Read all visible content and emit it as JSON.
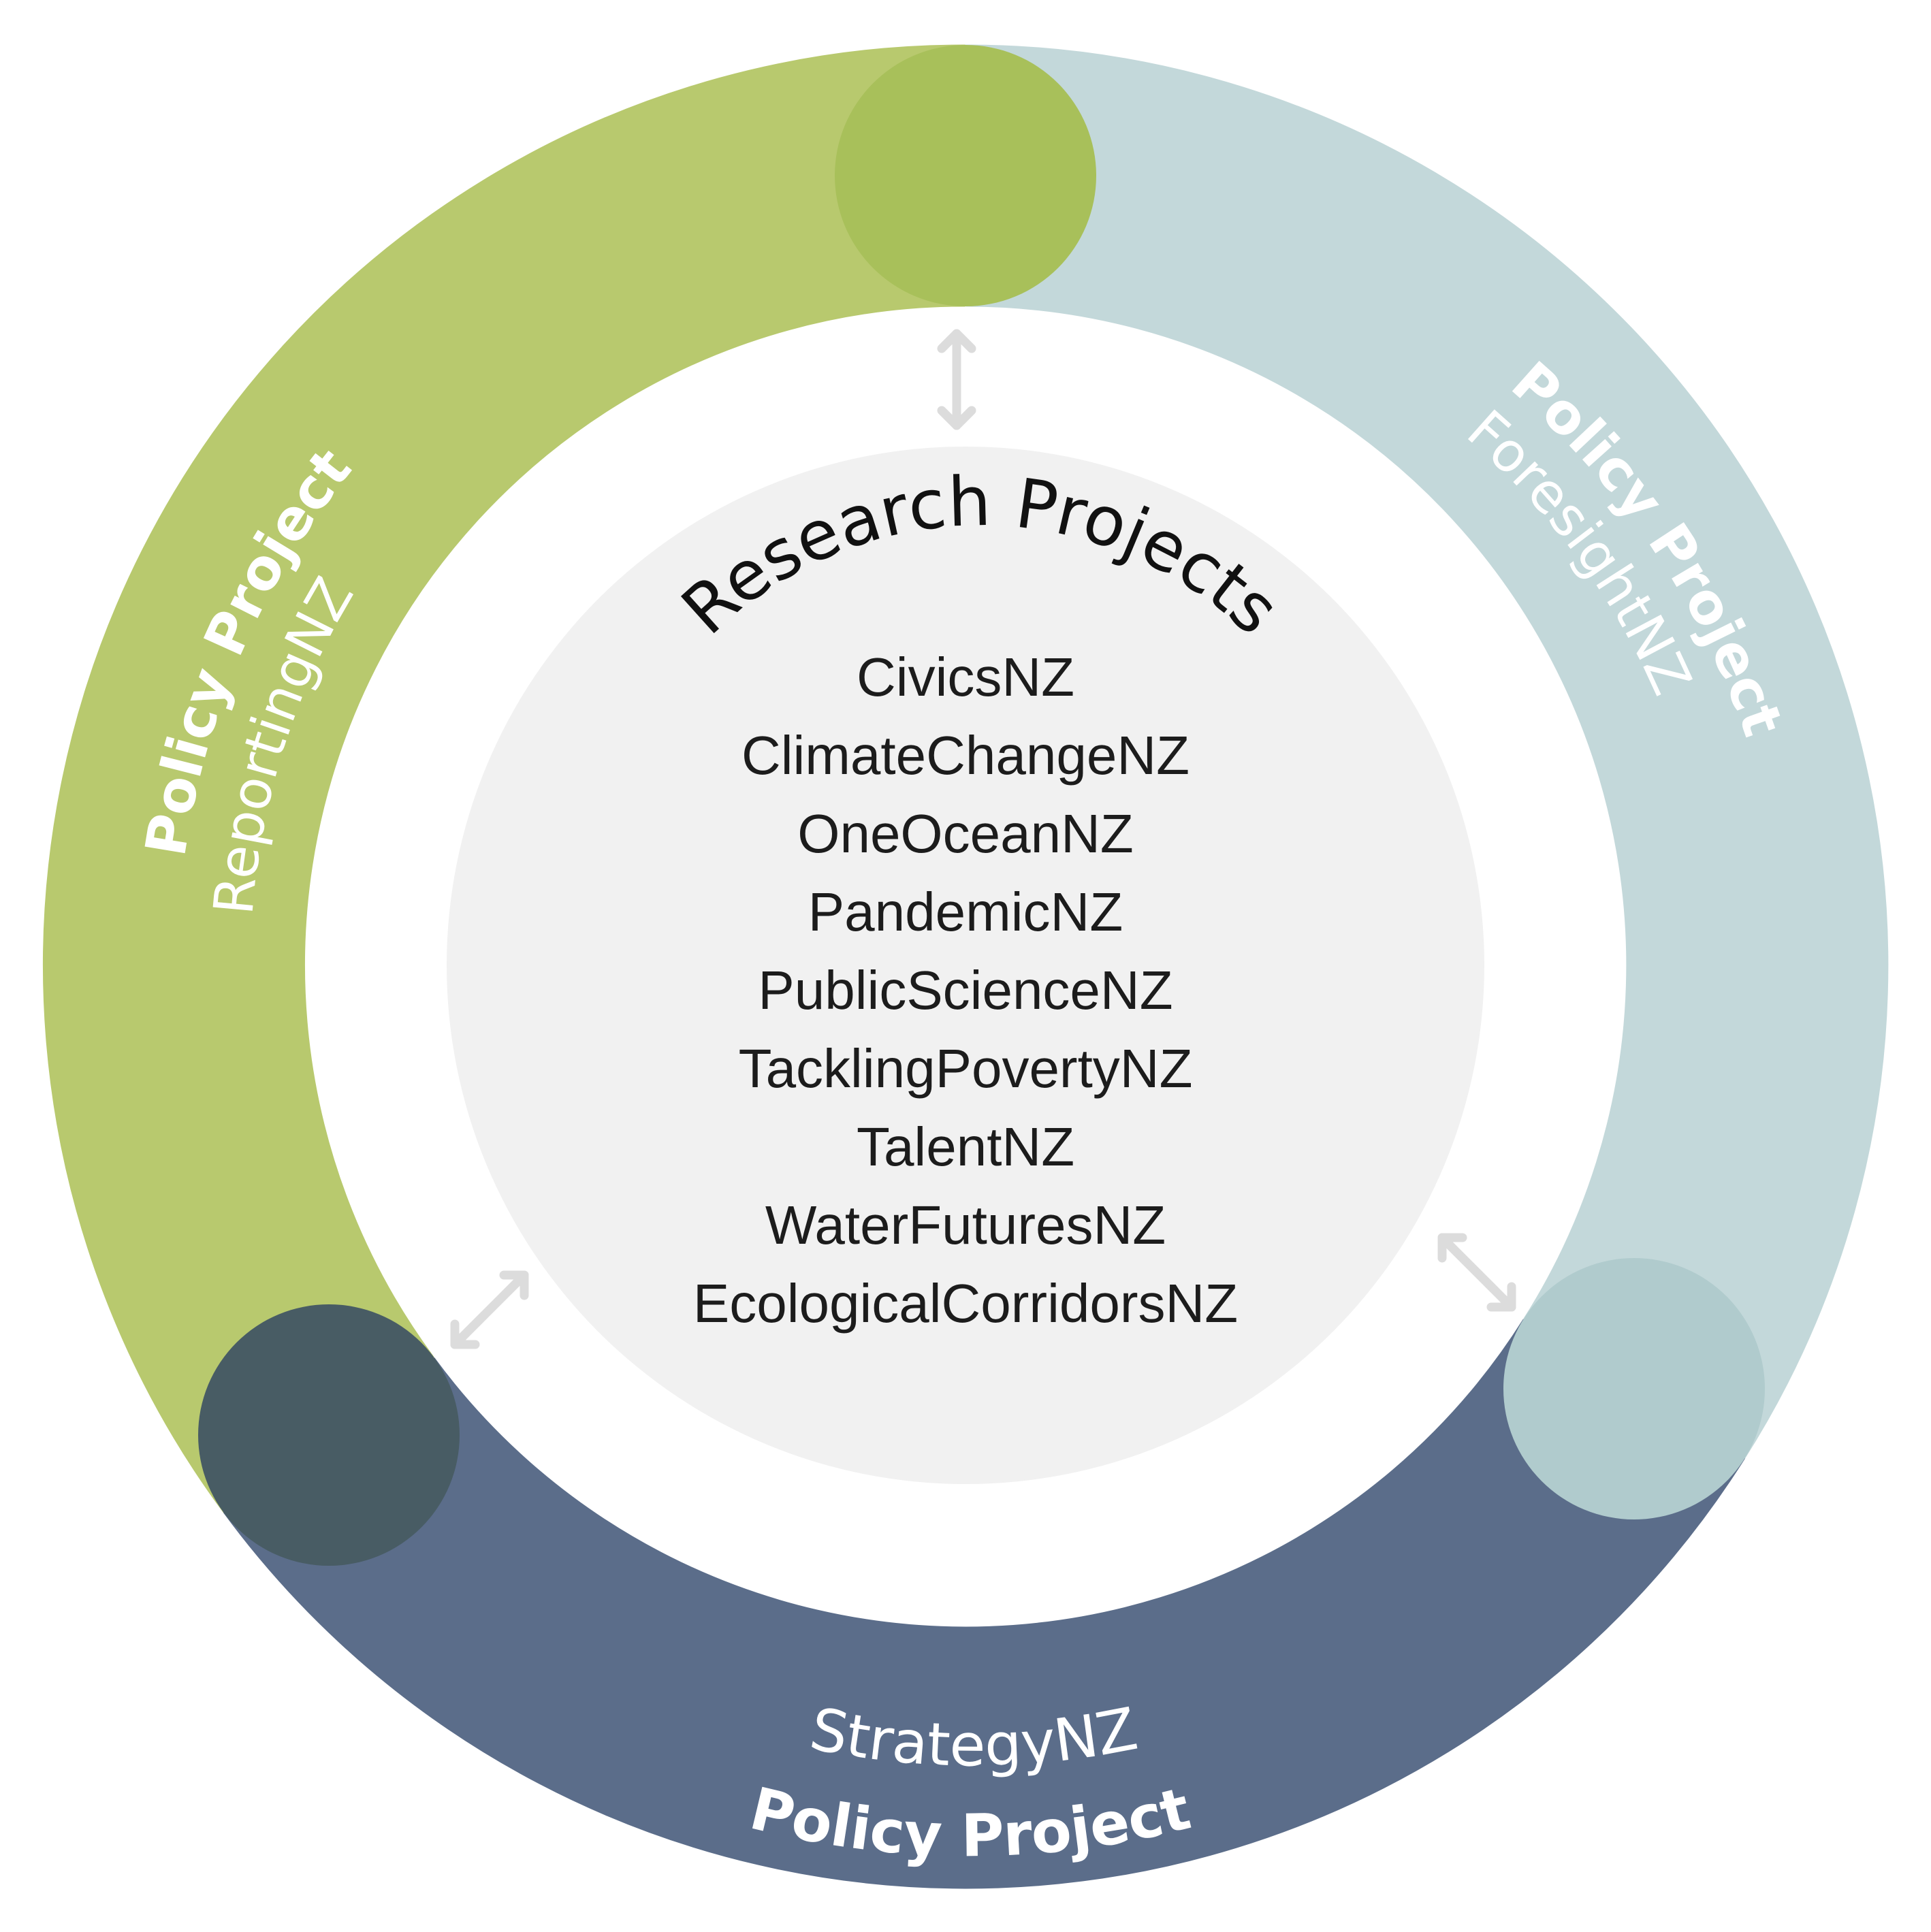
{
  "colors": {
    "green_segment": "#b8c96e",
    "green_node": "#a8c05a",
    "blue_grey_segment": "#c3d8da",
    "blue_grey_node": "#b0cbcd",
    "navy_segment": "#5b6d8a",
    "navy_node": "#485c64",
    "center_fill": "#f1f1f1",
    "arrow": "#dcdcdc"
  },
  "center": {
    "title": "Research Projects",
    "items": [
      "CivicsNZ",
      "ClimateChangeNZ",
      "OneOceanNZ",
      "PandemicNZ",
      "PublicScienceNZ",
      "TacklingPovertyNZ",
      "TalentNZ",
      "WaterFuturesNZ",
      "EcologicalCorridorsNZ"
    ]
  },
  "segments": {
    "left": {
      "heading": "Policy Project",
      "name": "ReportingNZ"
    },
    "right": {
      "heading": "Policy Project",
      "name": "ForesightNZ"
    },
    "bottom": {
      "name": "StrategyNZ",
      "heading": "Policy Project"
    }
  },
  "icons": [
    "double-arrow-icon",
    "double-arrow-icon",
    "double-arrow-icon"
  ]
}
